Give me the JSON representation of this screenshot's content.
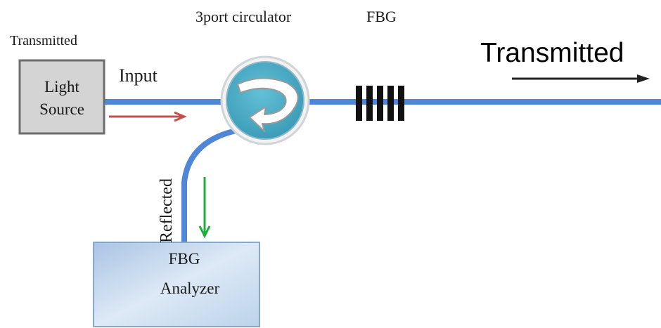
{
  "labels": {
    "top_left": "Transmitted",
    "circulator": "3port circulator",
    "fbg": "FBG",
    "transmitted_out": "Transmitted",
    "input": "Input",
    "reflected": "Reflected",
    "light_source_line1": "Light",
    "light_source_line2": "Source",
    "analyzer_line1": "FBG",
    "analyzer_line2": "Analyzer"
  },
  "colors": {
    "fiber": "#4f86d8",
    "input_arrow": "#c0504d",
    "reflected_arrow": "#1fae3b",
    "circulator_fill": "#4cabc4",
    "source_box": "#d4d4d4",
    "analyzer_box": "#bcd3ea"
  }
}
